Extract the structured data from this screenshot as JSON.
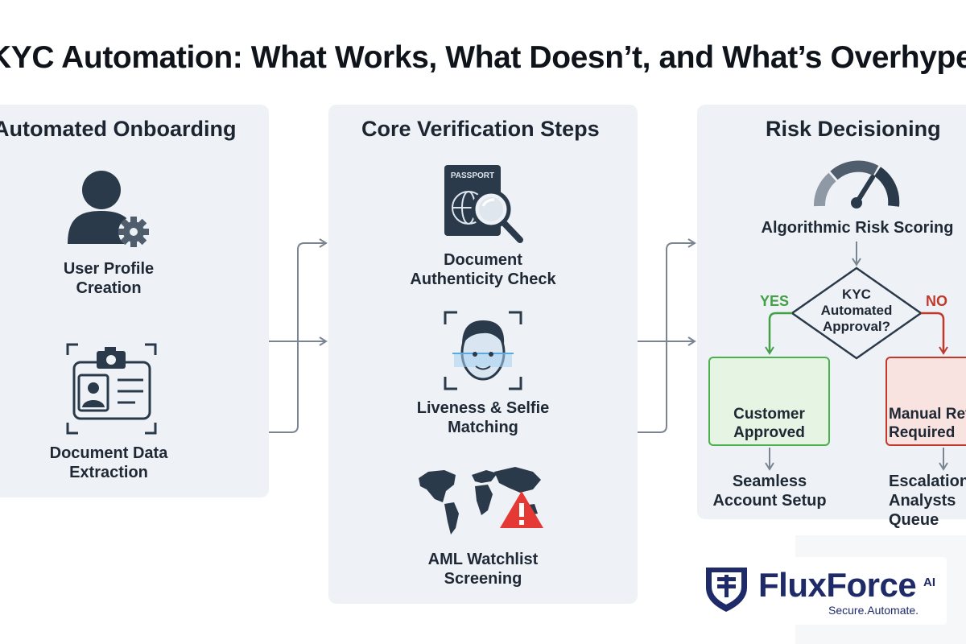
{
  "title": "KYC Automation: What Works, What Doesn’t, and What’s Overhyped",
  "panels": {
    "onboarding": {
      "title": "Automated Onboarding",
      "items": [
        "User Profile\nCreation",
        "Document Data\nExtraction"
      ]
    },
    "verification": {
      "title": "Core Verification Steps",
      "passport_text": "PASSPORT",
      "items": [
        "Document\nAuthenticity Check",
        "Liveness & Selfie\nMatching",
        "AML Watchlist\nScreening"
      ]
    },
    "risk": {
      "title": "Risk Decisioning",
      "scoring_label": "Algorithmic Risk Scoring",
      "decision": "KYC\nAutomated\nApproval?",
      "yes_label": "YES",
      "no_label": "NO",
      "approved_box": "Customer\nApproved",
      "manual_box": "Manual Review\nRequired",
      "approved_outcome": "Seamless\nAccount Setup",
      "manual_outcome": "Escalation to\nAnalysts Queue"
    }
  },
  "logo": {
    "name": "FluxForce",
    "suffix": "AI",
    "tagline": "Secure.Automate."
  },
  "colors": {
    "panel_bg": "#eef1f5",
    "icon_dark": "#2b3a4a",
    "approve_green": "#4caf50",
    "review_red": "#c0392b",
    "brand_navy": "#1f2a68"
  }
}
